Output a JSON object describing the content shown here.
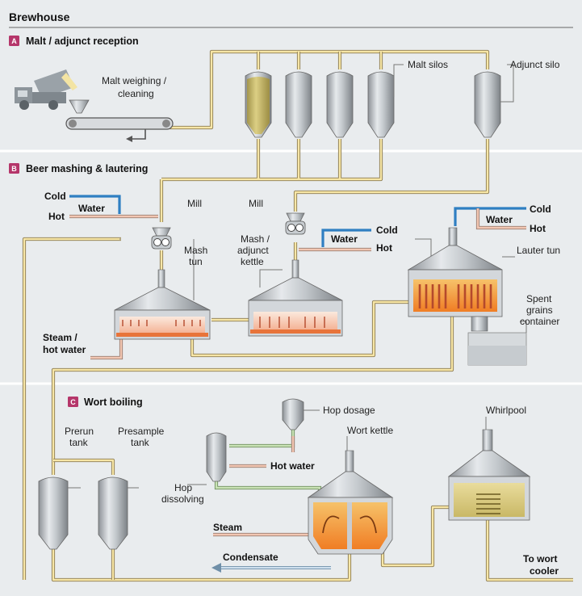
{
  "title": "Brewhouse",
  "sections": [
    {
      "badge": "A",
      "label": "Malt / adjunct reception"
    },
    {
      "badge": "B",
      "label": "Beer mashing & lautering"
    },
    {
      "badge": "C",
      "label": "Wort boiling"
    }
  ],
  "labels": {
    "malt_weighing_1": "Malt weighing /",
    "malt_weighing_2": "cleaning",
    "malt_silos": "Malt silos",
    "adjunct_silo": "Adjunct silo",
    "cold_1": "Cold",
    "water_1": "Water",
    "hot_1": "Hot",
    "mill_1": "Mill",
    "mill_2": "Mill",
    "mash_tun_1": "Mash",
    "mash_tun_2": "tun",
    "mash_adj_1": "Mash /",
    "mash_adj_2": "adjunct",
    "mash_adj_3": "kettle",
    "cold_2": "Cold",
    "water_2": "Water",
    "hot_2": "Hot",
    "cold_3": "Cold",
    "water_3": "Water",
    "hot_3": "Hot",
    "lauter_tun": "Lauter tun",
    "spent_1": "Spent",
    "spent_2": "grains",
    "spent_3": "container",
    "steam_hw_1": "Steam /",
    "steam_hw_2": "hot water",
    "prerun_1": "Prerun",
    "prerun_2": "tank",
    "presample_1": "Presample",
    "presample_2": "tank",
    "hop_dosage": "Hop dosage",
    "wort_kettle": "Wort kettle",
    "whirlpool": "Whirlpool",
    "hot_water": "Hot water",
    "hop_diss_1": "Hop",
    "hop_diss_2": "dissolving",
    "steam": "Steam",
    "condensate": "Condensate",
    "to_wort_1": "To wort",
    "to_wort_2": "cooler"
  },
  "colors": {
    "background": "#e9ecee",
    "badge": "#b5366a",
    "pipe_product": "#f7e6a6",
    "pipe_water_cold": "#2f7fc2",
    "pipe_water_hot": "#f2c6b2",
    "pipe_hop": "#c9e2b5",
    "heat": "#f08a2a"
  }
}
